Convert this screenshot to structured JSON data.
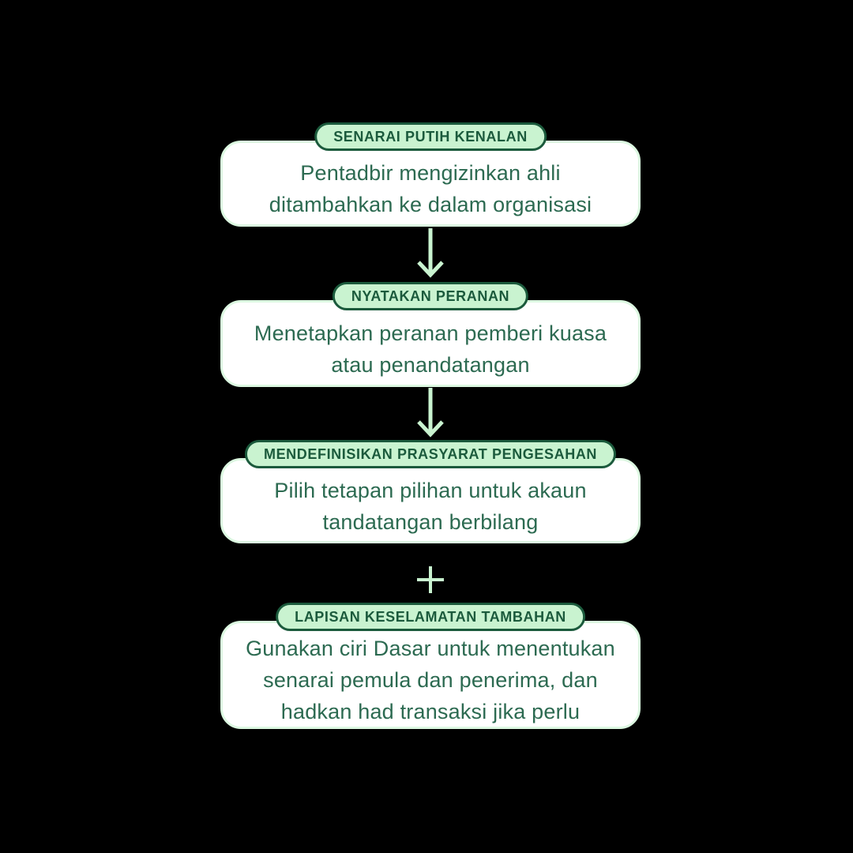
{
  "colors": {
    "bg": "#000000",
    "card_bg": "#ffffff",
    "mint": "#c9f3d0",
    "mint_border": "#dcf8e1",
    "dark_green": "#1b5a3c",
    "text_green": "#2c6a51"
  },
  "flow": {
    "steps": [
      {
        "badge": "SENARAI PUTIH KENALAN",
        "text": "Pentadbir mengizinkan ahli\nditambahkan ke dalam organisasi"
      },
      {
        "badge": "NYATAKAN PERANAN",
        "text": "Menetapkan peranan pemberi kuasa\natau penandatangan"
      },
      {
        "badge": "MENDEFINISIKAN PRASYARAT PENGESAHAN",
        "text": "Pilih tetapan pilihan untuk akaun\ntandatangan berbilang"
      },
      {
        "badge": "LAPISAN KESELAMATAN TAMBAHAN",
        "text": "Gunakan ciri Dasar untuk menentukan\nsenarai pemula dan penerima, dan\nhadkan had transaksi jika perlu"
      }
    ],
    "connectors": [
      "arrow-down",
      "arrow-down",
      "plus"
    ]
  }
}
